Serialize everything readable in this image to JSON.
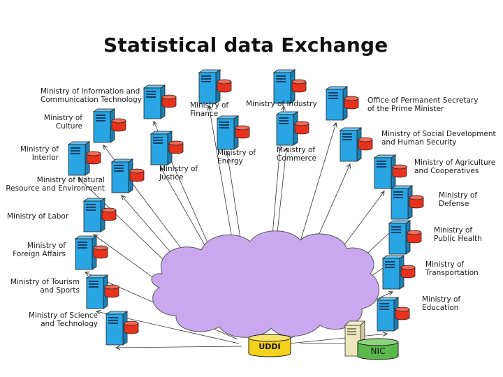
{
  "title": "Statistical data Exchange",
  "hub_label": "UDDI",
  "nic_label": "NIC",
  "colors": {
    "cloud": "#c9a8f0",
    "server": "#29a5e3",
    "db": "#e8321c",
    "uddi": "#f2d21a",
    "nic": "#5bb84a"
  },
  "ministries": [
    {
      "id": "info",
      "lines": [
        "Ministry of Information and",
        "Communication Technology"
      ]
    },
    {
      "id": "finance",
      "lines": [
        "Ministry of",
        "Finance"
      ]
    },
    {
      "id": "industry",
      "lines": [
        "Ministry of Industry"
      ]
    },
    {
      "id": "pm",
      "lines": [
        "Office of Permanent Secretary",
        "of the Prime Minister"
      ]
    },
    {
      "id": "culture",
      "lines": [
        "Ministry of",
        "Culture"
      ]
    },
    {
      "id": "social",
      "lines": [
        "Ministry of Social Development",
        "and Human Security"
      ]
    },
    {
      "id": "interior",
      "lines": [
        "Ministry of",
        "Interior"
      ]
    },
    {
      "id": "energy",
      "lines": [
        "Ministry of",
        "Energy"
      ]
    },
    {
      "id": "commerce",
      "lines": [
        "Ministry of",
        "Commerce"
      ]
    },
    {
      "id": "agri",
      "lines": [
        "Ministry of Agriculture",
        "and Cooperatives"
      ]
    },
    {
      "id": "justice",
      "lines": [
        "Ministry of",
        "Justice"
      ]
    },
    {
      "id": "natural",
      "lines": [
        "Ministry of Natural",
        "Resource and Environment"
      ]
    },
    {
      "id": "defense",
      "lines": [
        "Ministry of",
        "Defense"
      ]
    },
    {
      "id": "labor",
      "lines": [
        "Ministry of Labor"
      ]
    },
    {
      "id": "health",
      "lines": [
        "Ministry of",
        "Public Health"
      ]
    },
    {
      "id": "foreign",
      "lines": [
        "Ministry of",
        "Foreign Affairs"
      ]
    },
    {
      "id": "transport",
      "lines": [
        "Ministry of",
        "Transportation"
      ]
    },
    {
      "id": "tourism",
      "lines": [
        "Ministry of Tourism",
        "and Sports"
      ]
    },
    {
      "id": "education",
      "lines": [
        "Ministry of",
        "Education"
      ]
    },
    {
      "id": "science",
      "lines": [
        "Ministry of Science",
        "and Technology"
      ]
    }
  ]
}
